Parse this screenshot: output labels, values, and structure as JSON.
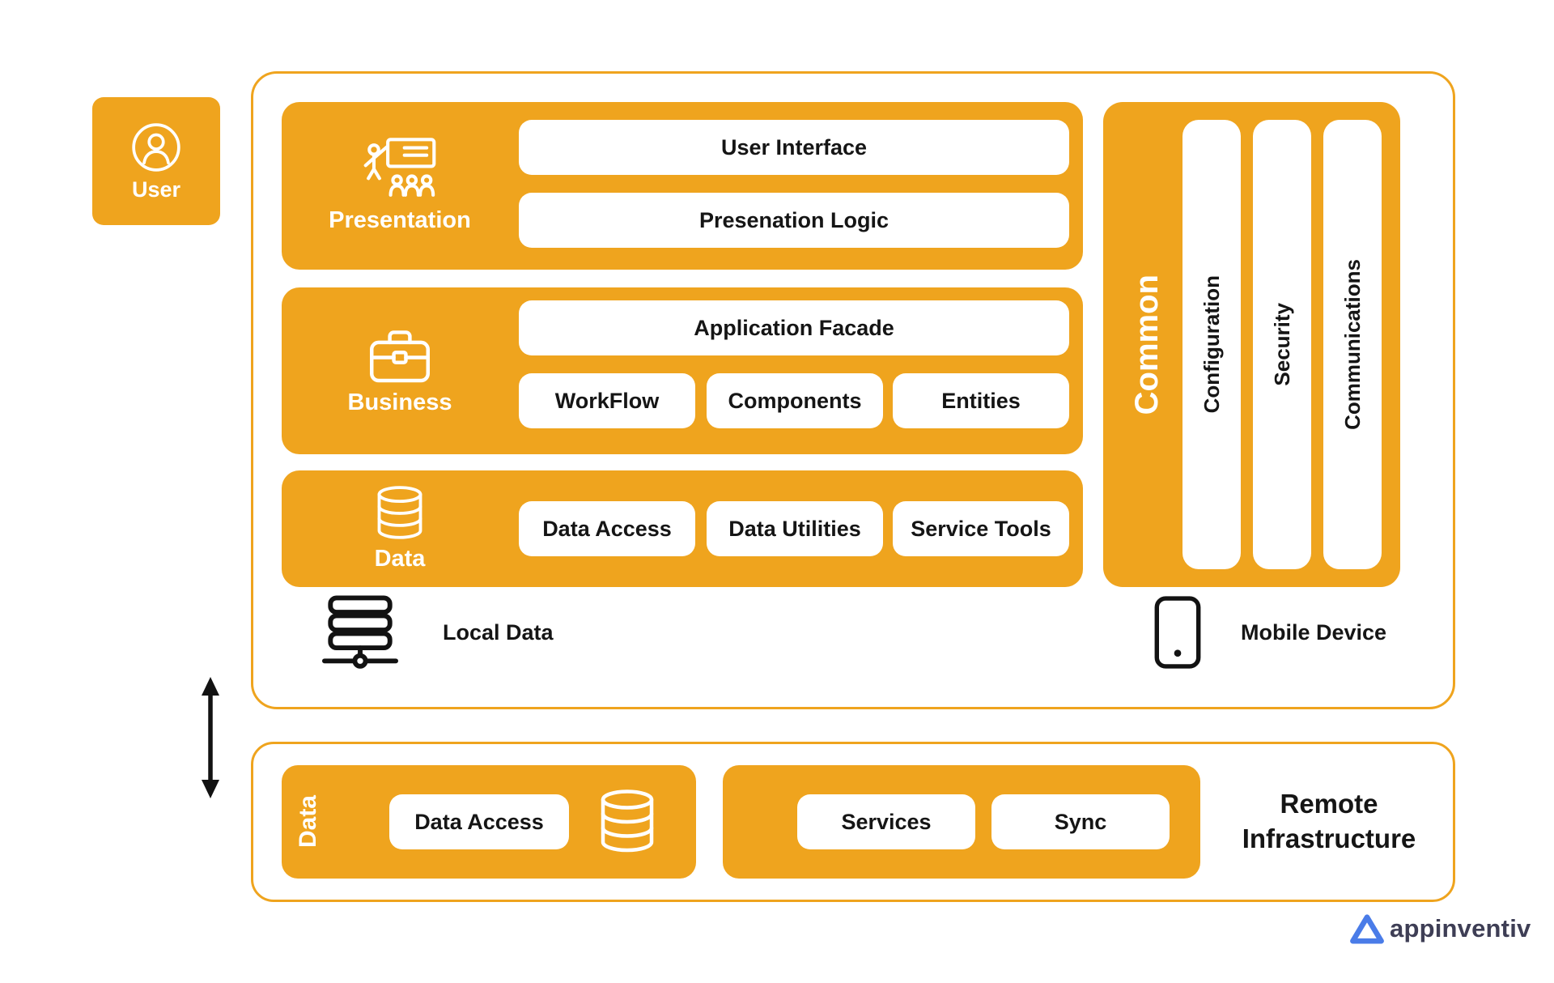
{
  "colors": {
    "orange": "#EFA41E",
    "dark_text": "#151515",
    "logo_blue": "#4A7CE8",
    "white": "#FFFFFF"
  },
  "user": {
    "label": "User"
  },
  "device": {
    "presentation": {
      "label": "Presentation",
      "pills": [
        "User Interface",
        "Presenation Logic"
      ]
    },
    "business": {
      "label": "Business",
      "facade": "Application Facade",
      "pills": [
        "WorkFlow",
        "Components",
        "Entities"
      ]
    },
    "data": {
      "label": "Data",
      "pills": [
        "Data Access",
        "Data Utilities",
        "Service Tools"
      ]
    },
    "common": {
      "label": "Common",
      "pills": [
        "Configuration",
        "Security",
        "Communications"
      ]
    },
    "local_data_label": "Local Data",
    "mobile_device_label": "Mobile Device"
  },
  "remote": {
    "data": {
      "label": "Data",
      "pill": "Data Access"
    },
    "services": {
      "pills": [
        "Services",
        "Sync"
      ]
    },
    "title": "Remote Infrastructure"
  },
  "logo": {
    "text": "appinventiv"
  }
}
